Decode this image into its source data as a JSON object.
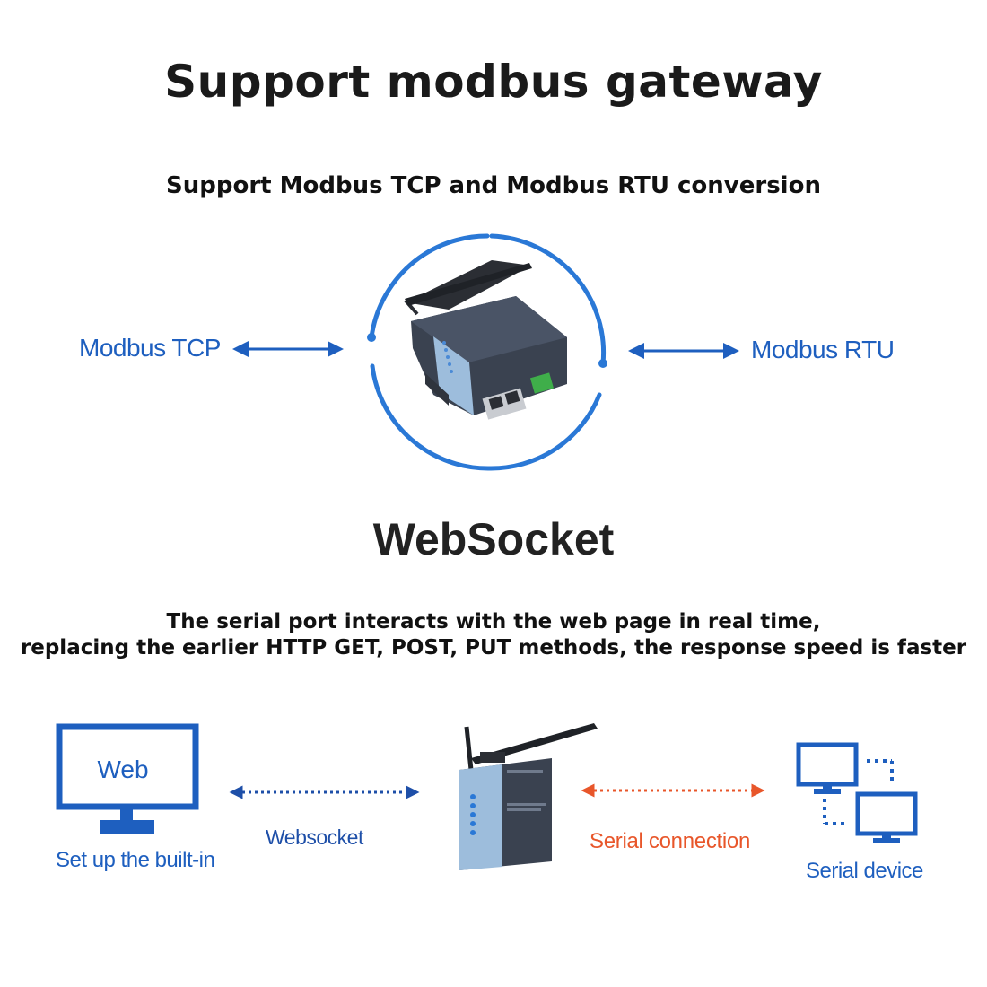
{
  "header": {
    "title": "Support modbus gateway",
    "subtitle": "Support Modbus TCP and Modbus RTU conversion"
  },
  "modbus_section": {
    "left_label": "Modbus TCP",
    "right_label": "Modbus RTU"
  },
  "websocket_section": {
    "title": "WebSocket",
    "description_line1": "The serial port interacts with the web page in real time,",
    "description_line2": "replacing the earlier HTTP GET, POST, PUT methods, the response speed is faster",
    "monitor_text": "Web",
    "monitor_caption": "Set up the built-in",
    "websocket_link_label": "Websocket",
    "serial_link_label": "Serial connection",
    "serial_device_caption": "Serial device"
  },
  "colors": {
    "blue": "#1e5fbf",
    "orange": "#e8562a",
    "device_body": "#3a4250",
    "device_panel": "#a9c6e2"
  }
}
